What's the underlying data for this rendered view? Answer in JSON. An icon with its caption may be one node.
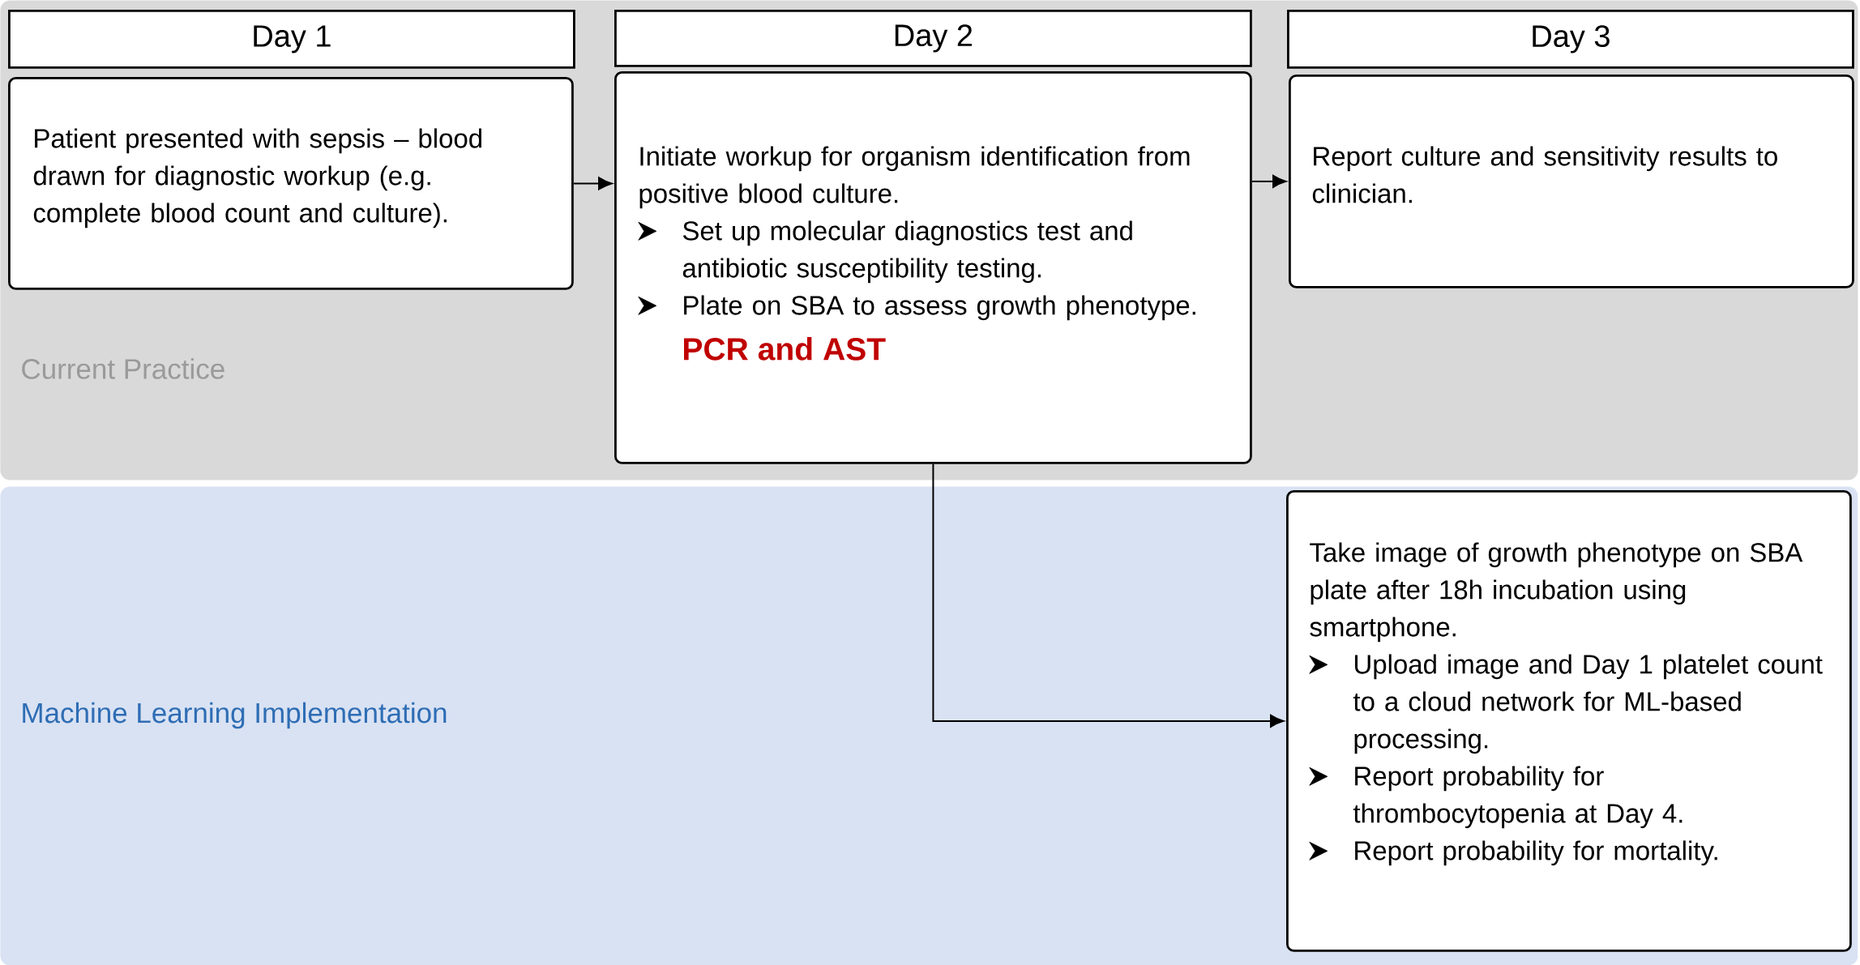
{
  "diagram": {
    "nodes": [
      {
        "text": [
          "Current Practice"
        ]
      },
      {
        "text": [
          "Day 1"
        ],
        "in": 0
      },
      {
        "text": [
          "Patient presented with sepsis – blood drawn for diagnostic workup (e.g. complete blood count and culture)."
        ],
        "in": 0
      },
      {
        "text": [
          "Day 2"
        ],
        "in": 0
      },
      {
        "text": [
          "Initiate workup for organism identification from positive blood culture.",
          "Set up molecular diagnostics test and antibiotic susceptibility testing.",
          "Plate on SBA to assess growth phenotype.",
          "PCR and AST"
        ],
        "in": 0
      },
      {
        "text": [
          "Day 3"
        ],
        "in": 0
      },
      {
        "text": [
          "Report culture and sensitivity results to clinician."
        ],
        "in": 0
      },
      {
        "text": [
          "Machine Learning Implementation"
        ]
      },
      {
        "text": [
          "Take image of growth phenotype on SBA plate after 18h incubation using smartphone.",
          "Upload image and Day 1 platelet count to a cloud network for ML-based processing.",
          "Report probability for thrombocytopenia at Day 4.",
          "Report probability for mortality."
        ],
        "in": 7
      }
    ],
    "edges": [
      {
        "from": 2,
        "to": 4,
        "arrow": "to"
      },
      {
        "from": 4,
        "to": 6,
        "arrow": "to"
      },
      {
        "from": 4,
        "to": 8,
        "arrow": "to"
      }
    ]
  }
}
